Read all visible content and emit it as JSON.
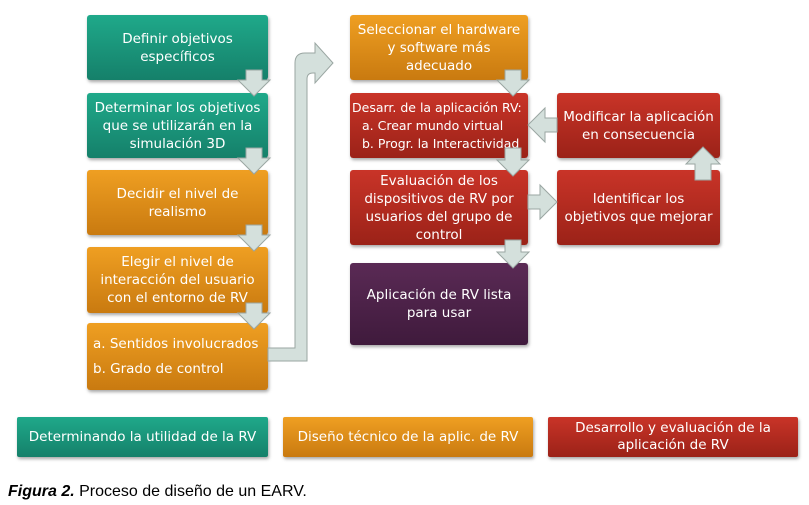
{
  "boxes": {
    "b1": "Definir objetivos específicos",
    "b2": "Determinar los objetivos que se utilizarán en la simulación 3D",
    "b3": "Decidir el nivel de realismo",
    "b4": "Elegir el nivel de interacción del usuario con el entorno de RV",
    "b5a": "a. Sentidos involucrados",
    "b5b": "b. Grado de control",
    "b6": "Seleccionar el hardware y software más adecuado",
    "b7a": "Desarr. de la aplicación RV:",
    "b7b": "a. Crear mundo virtual",
    "b7c": "b. Progr. la Interactividad",
    "b8": "Evaluación de los dispositivos de RV por usuarios del  grupo de control",
    "b9": "Aplicación de RV lista para usar",
    "b10": "Modificar la aplicación en consecuencia",
    "b11": "Identificar los objetivos que mejorar"
  },
  "legend": {
    "teal": "Determinando la utilidad de la RV",
    "orange": "Diseño técnico de la aplic. de RV",
    "red": "Desarrollo y evaluación de la aplicación de RV"
  },
  "caption": {
    "label": "Figura 2.",
    "text": " Proceso de diseño de un EARV."
  },
  "colors": {
    "teal": "#1a9a7e",
    "orange": "#e4941c",
    "red": "#b82c22",
    "purple": "#4d2249",
    "arrow": "#d4e0dc"
  }
}
